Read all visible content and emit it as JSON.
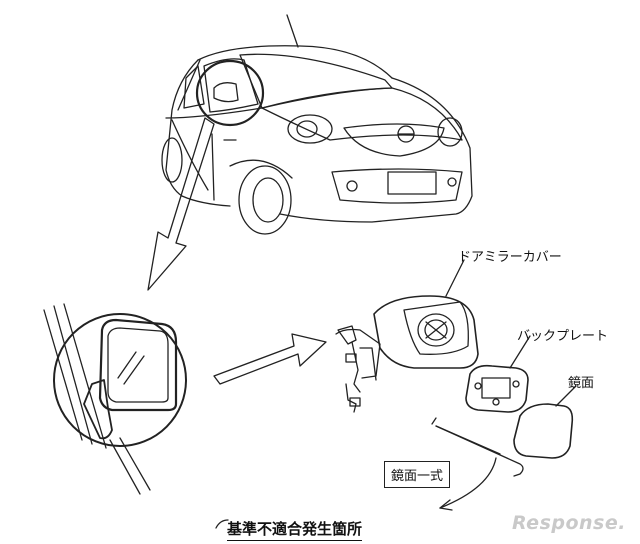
{
  "labels": {
    "door_mirror_cover": "ドアミラーカバー",
    "back_plate": "バックプレート",
    "mirror_glass": "鏡面",
    "mirror_glass_set": "鏡面一式",
    "defect_location": "基準不適合発生箇所"
  },
  "watermark": "Response.",
  "colors": {
    "line": "#222222",
    "background": "#ffffff",
    "watermark": "#c9c9c9"
  }
}
